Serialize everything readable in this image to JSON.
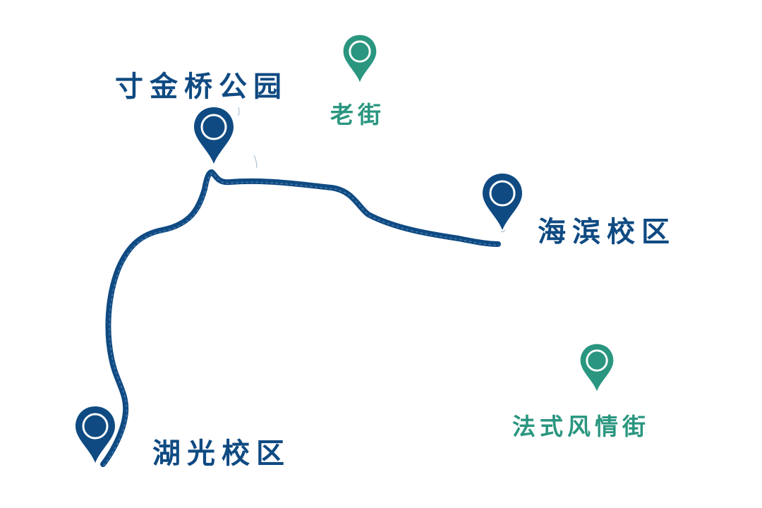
{
  "colors": {
    "primary": "#0f4a82",
    "secondary": "#2a9680",
    "background": "#ffffff"
  },
  "places": [
    {
      "key": "cunjinqiao",
      "name": "寸金桥公园",
      "tier": "major",
      "icon": "map-pin-icon"
    },
    {
      "key": "laojie",
      "name": "老街",
      "tier": "minor",
      "icon": "map-pin-icon"
    },
    {
      "key": "haibin",
      "name": "海滨校区",
      "tier": "major",
      "icon": "map-pin-icon"
    },
    {
      "key": "huguang",
      "name": "湖光校区",
      "tier": "major",
      "icon": "map-pin-icon"
    },
    {
      "key": "fashi",
      "name": "法式风情街",
      "tier": "minor",
      "icon": "map-pin-icon"
    }
  ]
}
